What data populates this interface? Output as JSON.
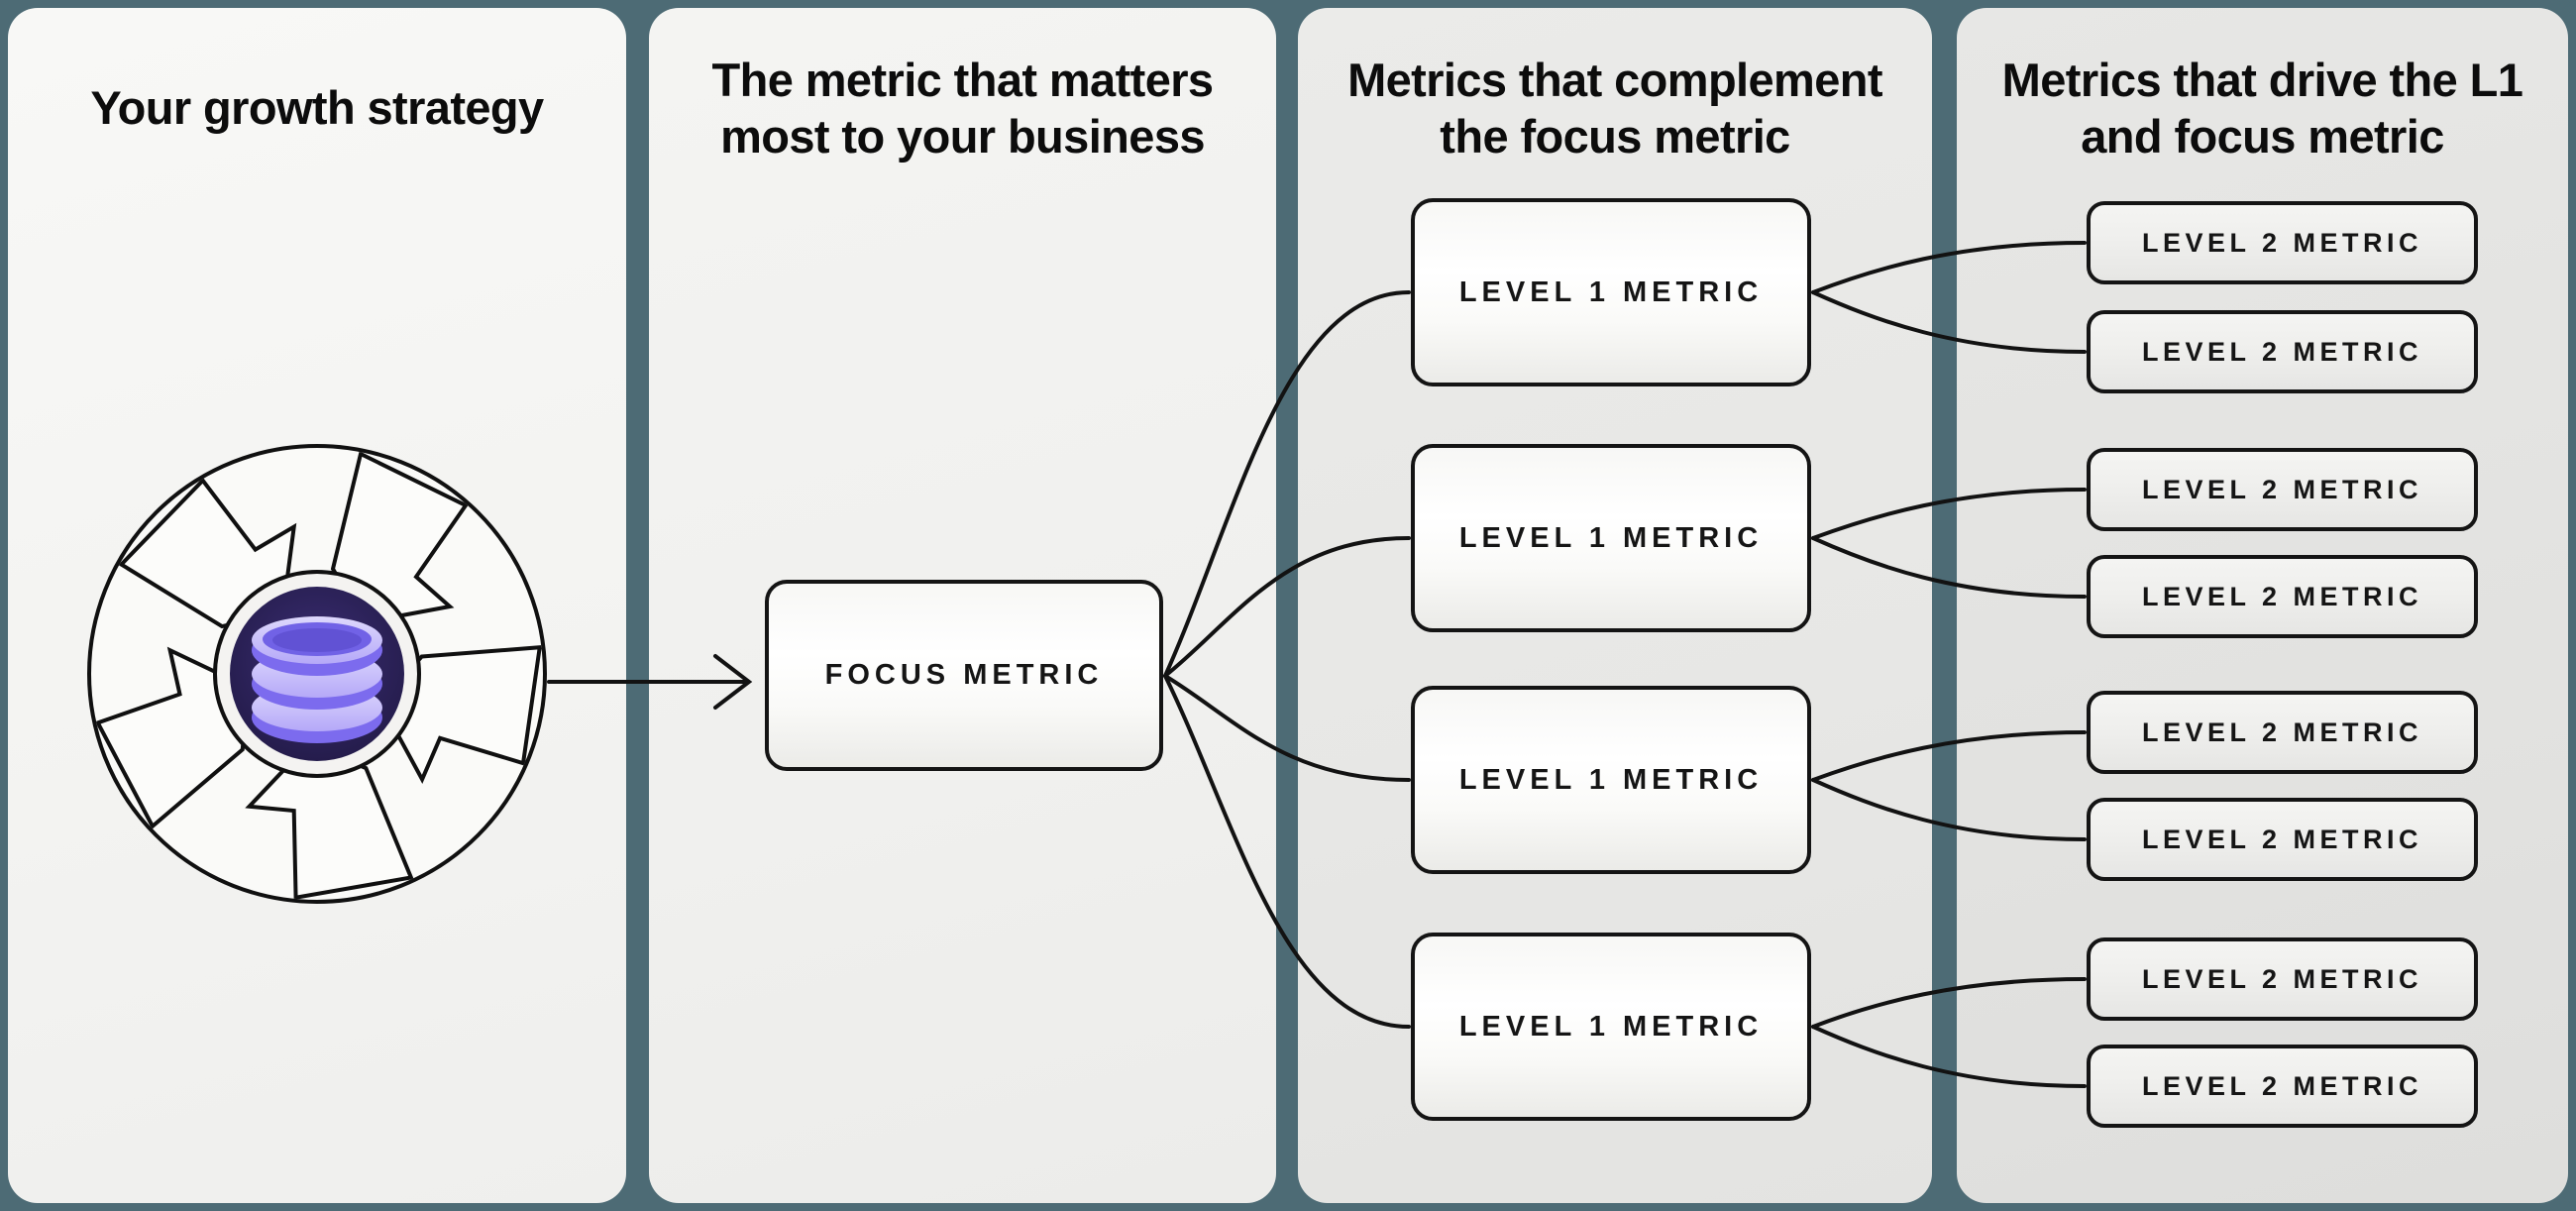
{
  "panels": [
    {
      "id": "growth-strategy",
      "title_lines": [
        "Your growth strategy",
        ""
      ]
    },
    {
      "id": "focus-metric",
      "title_lines": [
        "The metric that matters",
        "most to your business"
      ]
    },
    {
      "id": "level-1-metrics",
      "title_lines": [
        "Metrics that complement",
        "the focus metric"
      ]
    },
    {
      "id": "level-2-metrics",
      "title_lines": [
        "Metrics that drive the L1",
        "and focus metric"
      ]
    }
  ],
  "focus_box": {
    "label": "FOCUS METRIC"
  },
  "l1_boxes": [
    {
      "label": "LEVEL 1 METRIC"
    },
    {
      "label": "LEVEL 1 METRIC"
    },
    {
      "label": "LEVEL 1 METRIC"
    },
    {
      "label": "LEVEL 1 METRIC"
    }
  ],
  "l2_boxes": [
    {
      "label": "LEVEL 2 METRIC"
    },
    {
      "label": "LEVEL 2 METRIC"
    },
    {
      "label": "LEVEL 2 METRIC"
    },
    {
      "label": "LEVEL 2 METRIC"
    },
    {
      "label": "LEVEL 2 METRIC"
    },
    {
      "label": "LEVEL 2 METRIC"
    },
    {
      "label": "LEVEL 2 METRIC"
    },
    {
      "label": "LEVEL 2 METRIC"
    }
  ],
  "icons": {
    "flywheel": "flywheel-icon",
    "database": "database-icon"
  },
  "colors": {
    "frame-bg": "#4d6b75",
    "ink": "#121212",
    "disc-indigo": "#2c2259",
    "disc-indigo-light": "#3c2e74",
    "db-lavender": "#c9c1fa",
    "db-purple": "#8b7af1",
    "db-deep": "#6a59e4"
  }
}
